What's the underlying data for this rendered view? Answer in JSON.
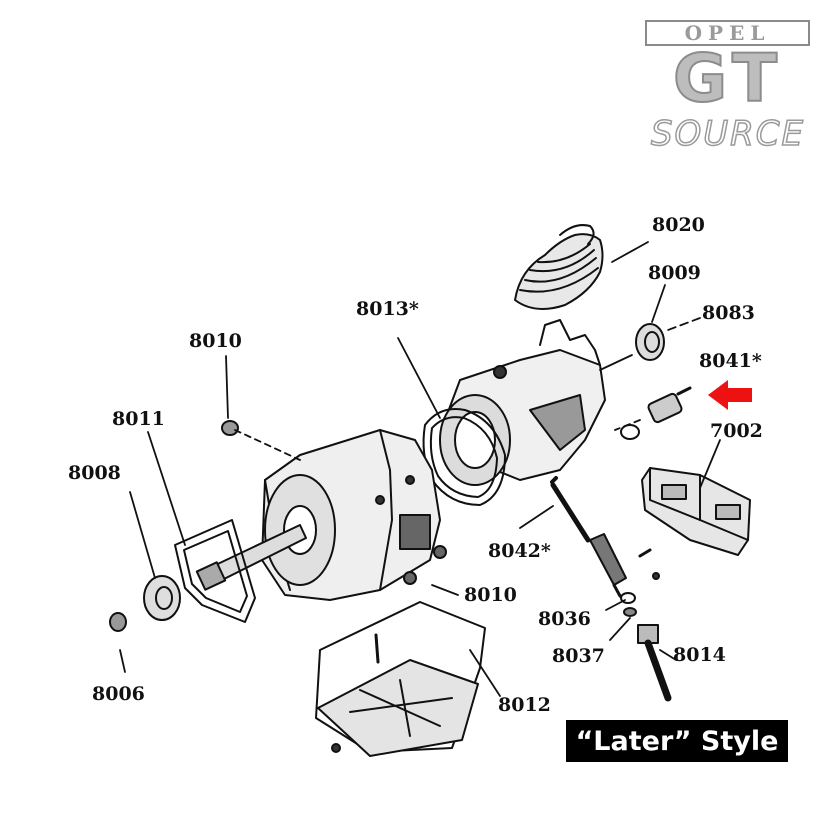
{
  "logo": {
    "brand": "OPEL",
    "model": "GT",
    "tagline": "SOURCE"
  },
  "callouts": [
    {
      "id": "8020",
      "text": "8020"
    },
    {
      "id": "8009",
      "text": "8009"
    },
    {
      "id": "8083",
      "text": "8083"
    },
    {
      "id": "8013",
      "text": "8013*"
    },
    {
      "id": "8041",
      "text": "8041*"
    },
    {
      "id": "8010a",
      "text": "8010"
    },
    {
      "id": "7002",
      "text": "7002"
    },
    {
      "id": "8011",
      "text": "8011"
    },
    {
      "id": "8008",
      "text": "8008"
    },
    {
      "id": "8042",
      "text": "8042*"
    },
    {
      "id": "8010b",
      "text": "8010"
    },
    {
      "id": "8036",
      "text": "8036"
    },
    {
      "id": "8014",
      "text": "8014"
    },
    {
      "id": "8037",
      "text": "8037"
    },
    {
      "id": "8006",
      "text": "8006"
    },
    {
      "id": "8012",
      "text": "8012"
    }
  ],
  "badge": {
    "text": "“Later” Style"
  },
  "colors": {
    "highlight_arrow": "#ee1111",
    "ink": "#111111",
    "logo_gray": "#9a9a9a"
  }
}
